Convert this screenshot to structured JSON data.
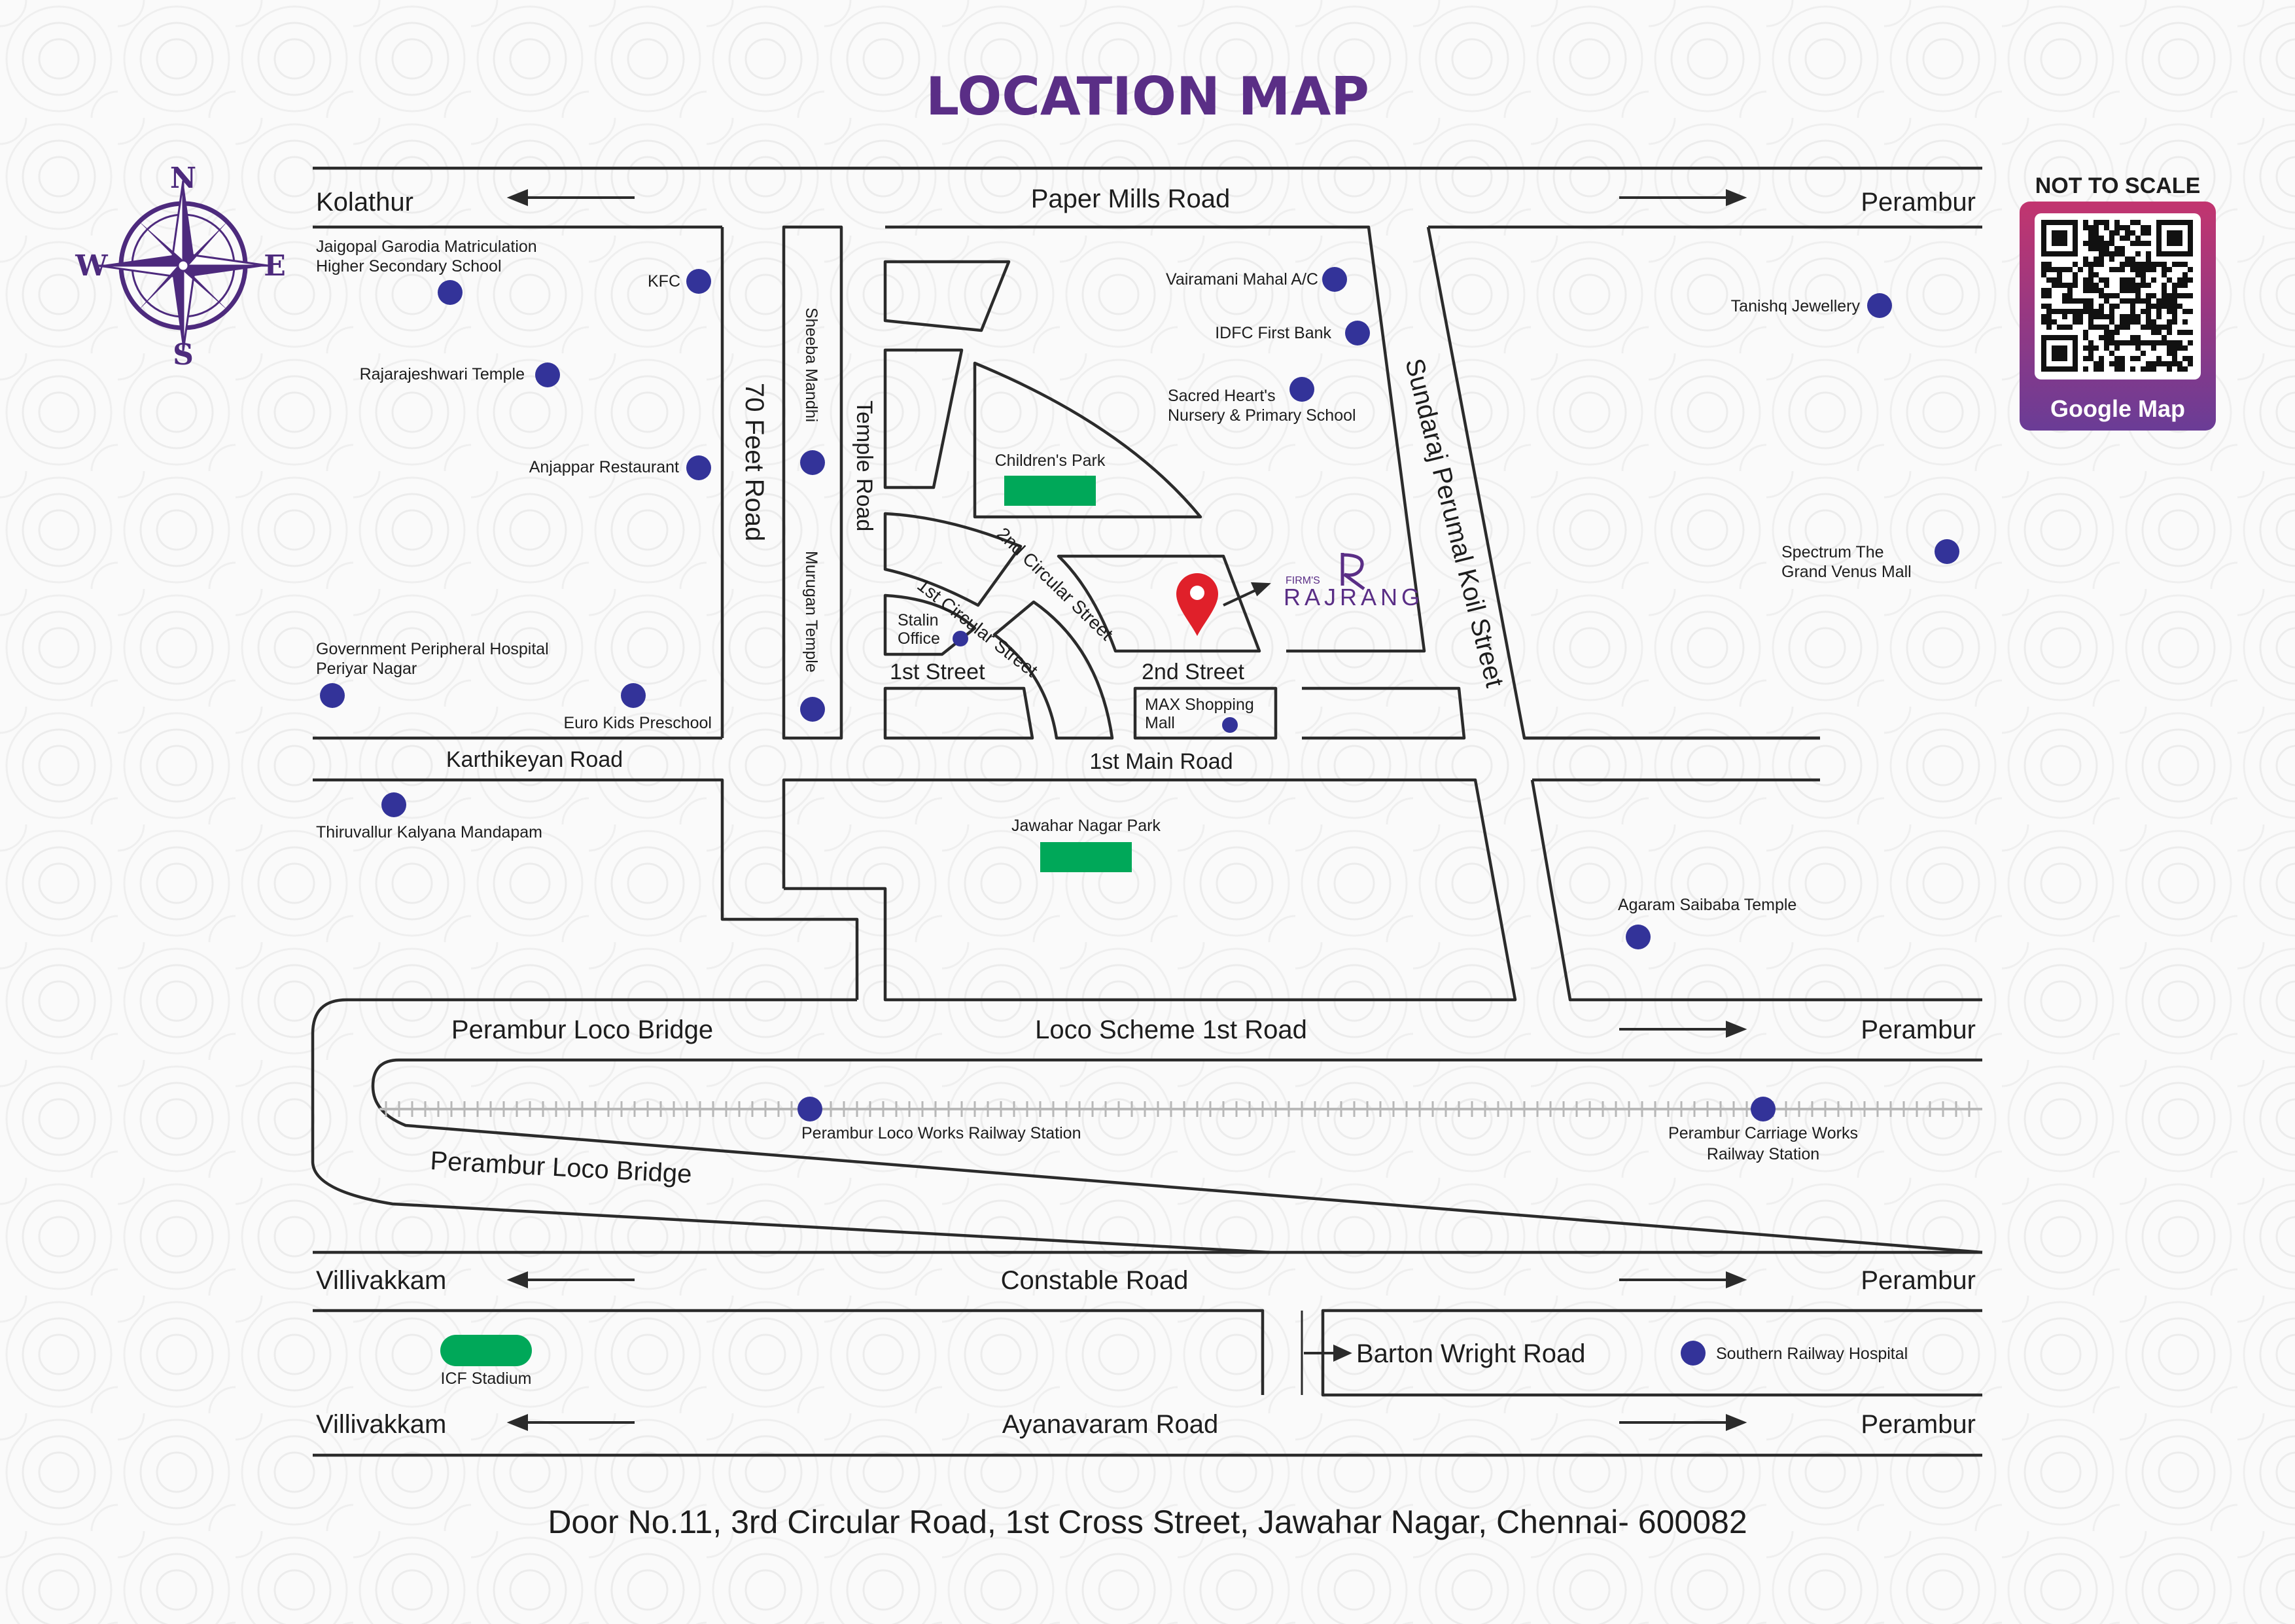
{
  "title": "LOCATION MAP",
  "not_to_scale": "NOT TO SCALE",
  "qr_label": "Google Map",
  "address": "Door No.11, 3rd Circular Road, 1st Cross Street, Jawahar Nagar, Chennai- 600082",
  "compass": {
    "n": "N",
    "s": "S",
    "e": "E",
    "w": "W"
  },
  "brand": {
    "prefix": "FIRM'S",
    "name": "RAJRANG"
  },
  "roads": {
    "paper_mills": "Paper Mills Road",
    "kolathur": "Kolathur",
    "perambur": "Perambur",
    "feet70": "70 Feet Road",
    "sheeba": "Sheeba Mandhi",
    "murugan": "Murugan Temple",
    "temple_road": "Temple Road",
    "sundaraj": "Sundaraj Perumal Koil Street",
    "karthikeyan": "Karthikeyan Road",
    "first_main": "1st Main Road",
    "first_street": "1st Street",
    "second_street": "2nd Street",
    "first_circular": "1st Circular Street",
    "second_circular": "2nd Circular Street",
    "loco_bridge": "Perambur Loco Bridge",
    "loco_scheme": "Loco Scheme 1st Road",
    "villivakkam": "Villivakkam",
    "constable": "Constable Road",
    "barton": "Barton Wright Road",
    "ayanavaram": "Ayanavaram Road"
  },
  "pois": {
    "jaigopal_1": "Jaigopal Garodia Matriculation",
    "jaigopal_2": "Higher Secondary School",
    "kfc": "KFC",
    "rajarajeshwari": "Rajarajeshwari Temple",
    "anjappar": "Anjappar Restaurant",
    "govt_1": "Government Peripheral Hospital",
    "govt_2": "Periyar Nagar",
    "euro_kids": "Euro Kids Preschool",
    "thiruvallur": "Thiruvallur Kalyana Mandapam",
    "vairamani": "Vairamani Mahal A/C",
    "idfc": "IDFC First Bank",
    "sacred_1": "Sacred Heart's",
    "sacred_2": "Nursery & Primary School",
    "childrens_park": "Children's Park",
    "stalin_1": "Stalin",
    "stalin_2": "Office",
    "max_1": "MAX Shopping",
    "max_2": "Mall",
    "tanishq": "Tanishq Jewellery",
    "spectrum_1": "Spectrum The",
    "spectrum_2": "Grand Venus Mall",
    "jawahar_park": "Jawahar Nagar Park",
    "agaram": "Agaram Saibaba Temple",
    "loco_station": "Perambur Loco Works Railway Station",
    "carriage_1": "Perambur Carriage Works",
    "carriage_2": "Railway Station",
    "icf": "ICF Stadium",
    "southern": "Southern Railway Hospital"
  },
  "colors": {
    "brand_purple": "#5a2e86",
    "poi_dot": "#333399",
    "park_green": "#00a859",
    "marker_red": "#e0202a",
    "rail_grey": "#b8b8b8"
  }
}
